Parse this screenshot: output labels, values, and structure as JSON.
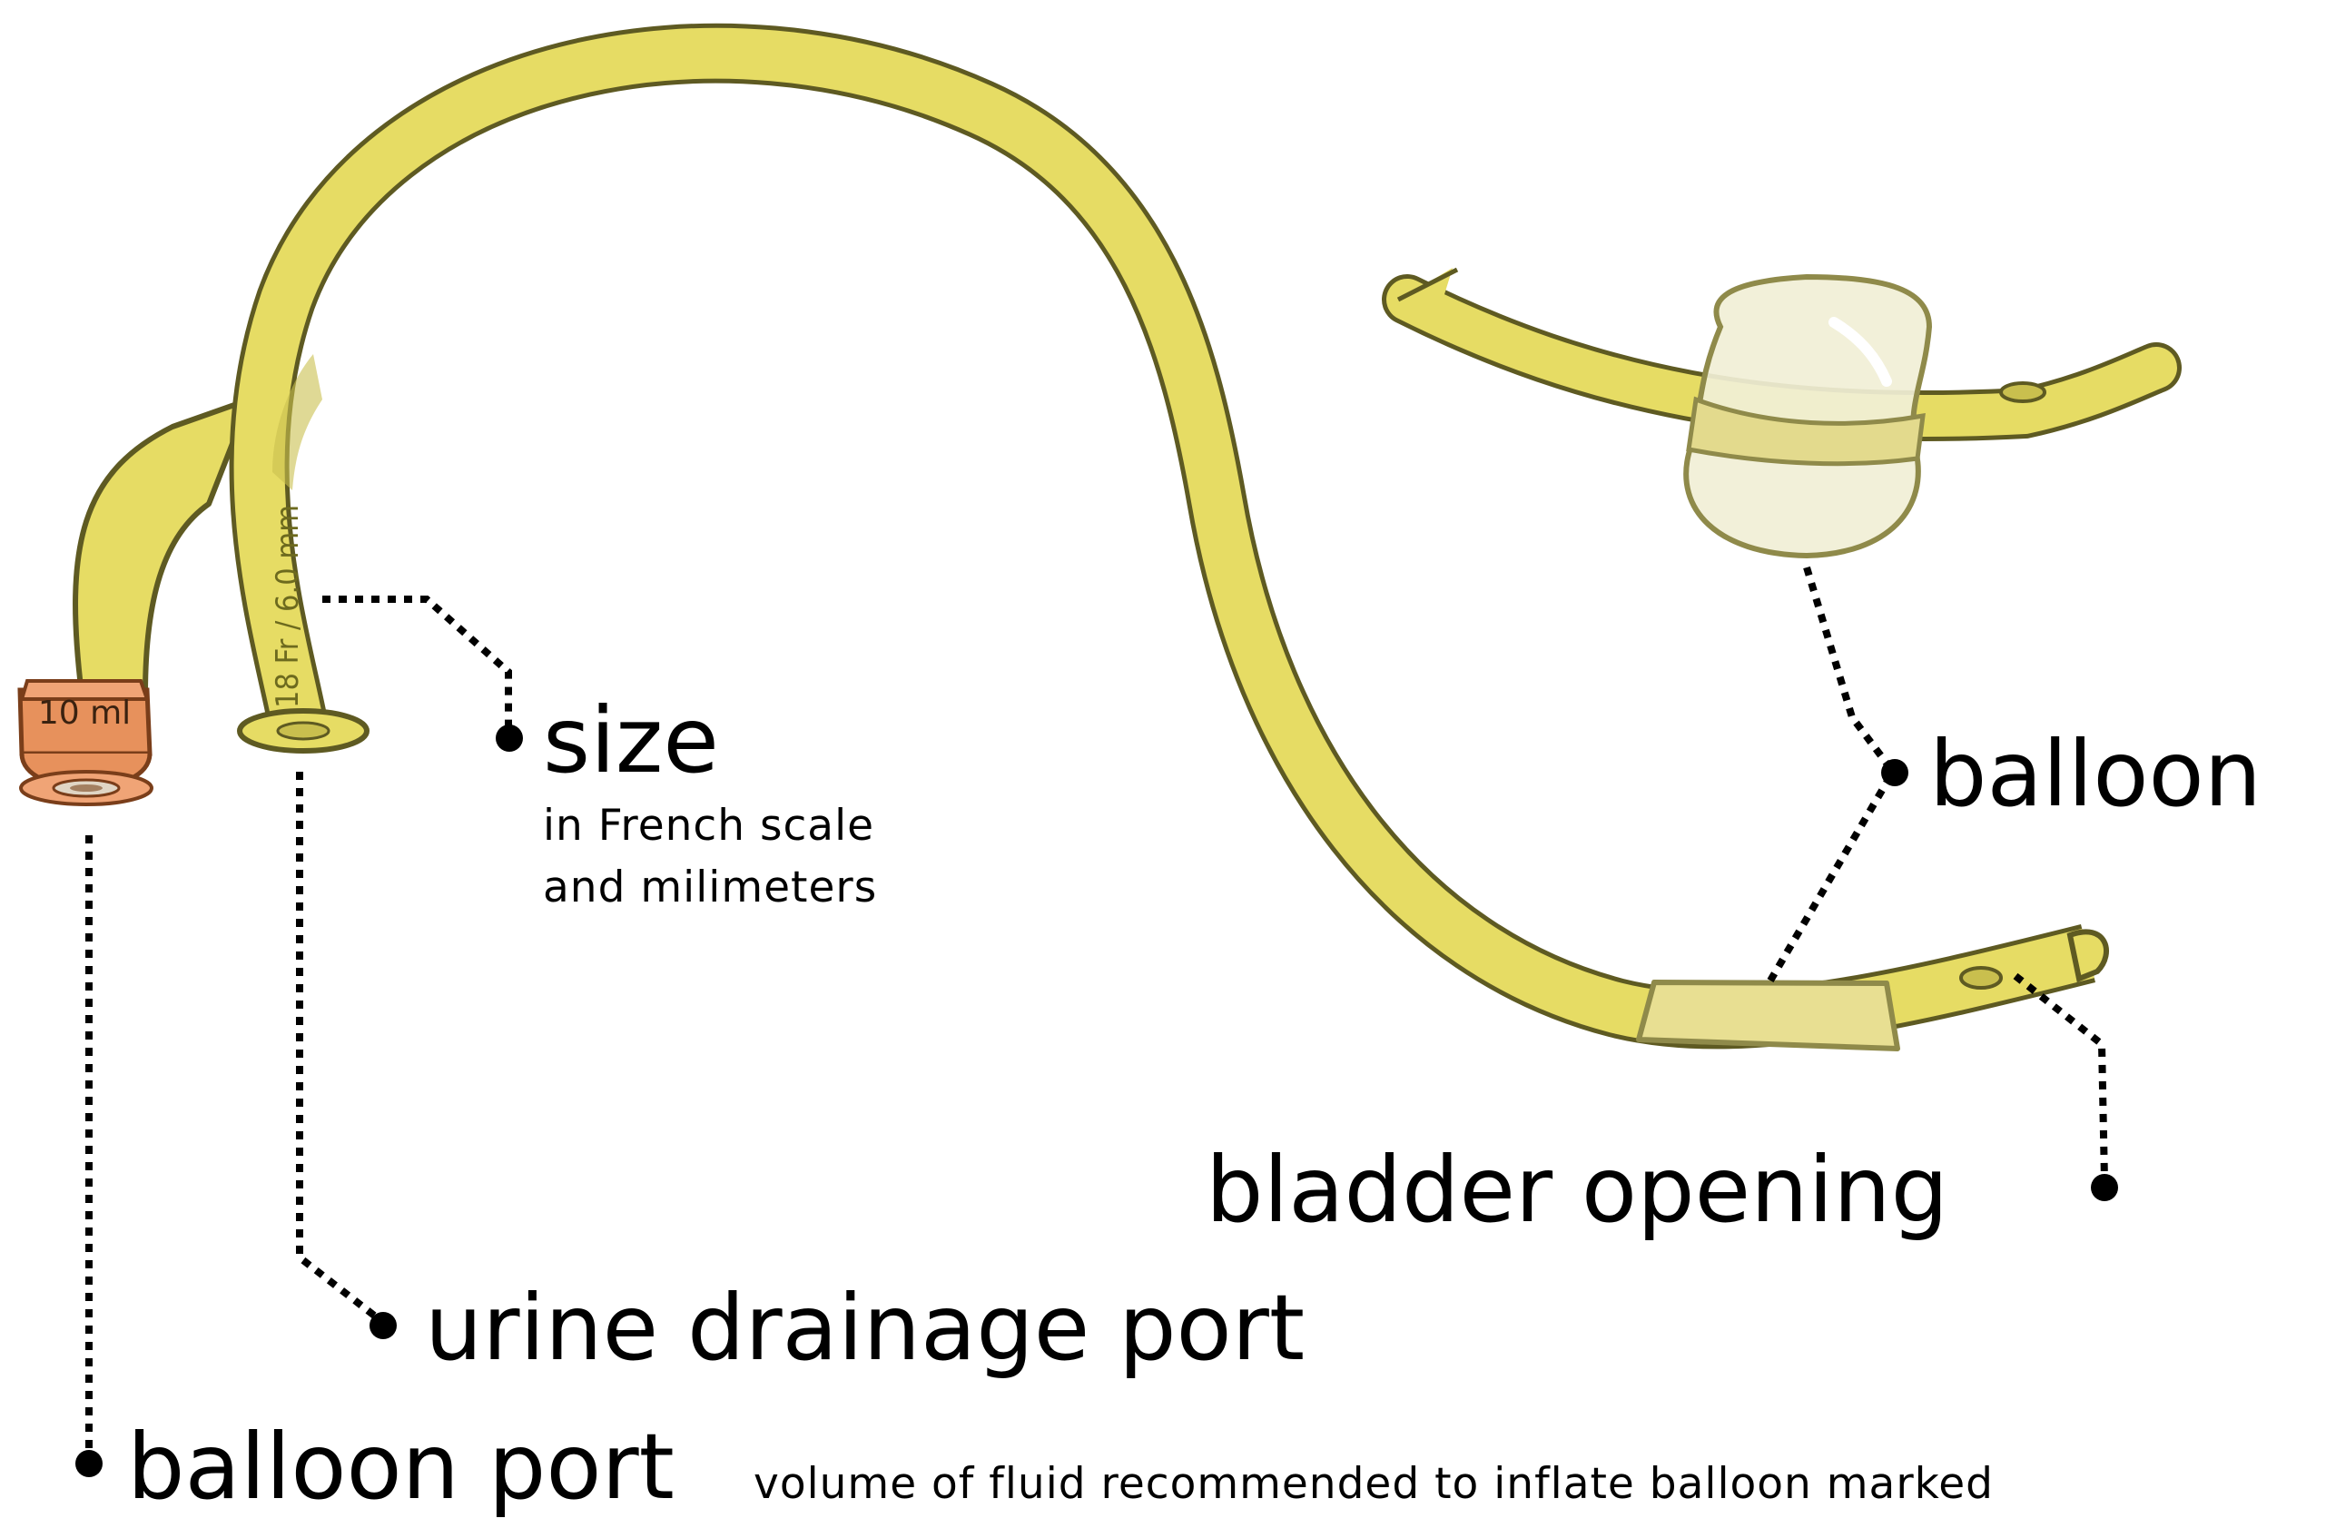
{
  "labels": {
    "size": "size",
    "size_note_line1": "in French scale",
    "size_note_line2": "and milimeters",
    "balloon": "balloon",
    "bladder_opening": "bladder opening",
    "urine_drainage_port": "urine drainage port",
    "balloon_port": "balloon port",
    "balloon_port_note": "volume of fluid recommended to inflate balloon marked"
  },
  "markings": {
    "tube_size": "18 Fr / 6.0 mm",
    "cap_volume": "10 ml"
  },
  "colors": {
    "tube_fill": "#e6dc64",
    "tube_outline": "#5e5a22",
    "balloon_fill": "#f1efd6",
    "cap_fill": "#e7915c",
    "leader_line": "#000000"
  }
}
